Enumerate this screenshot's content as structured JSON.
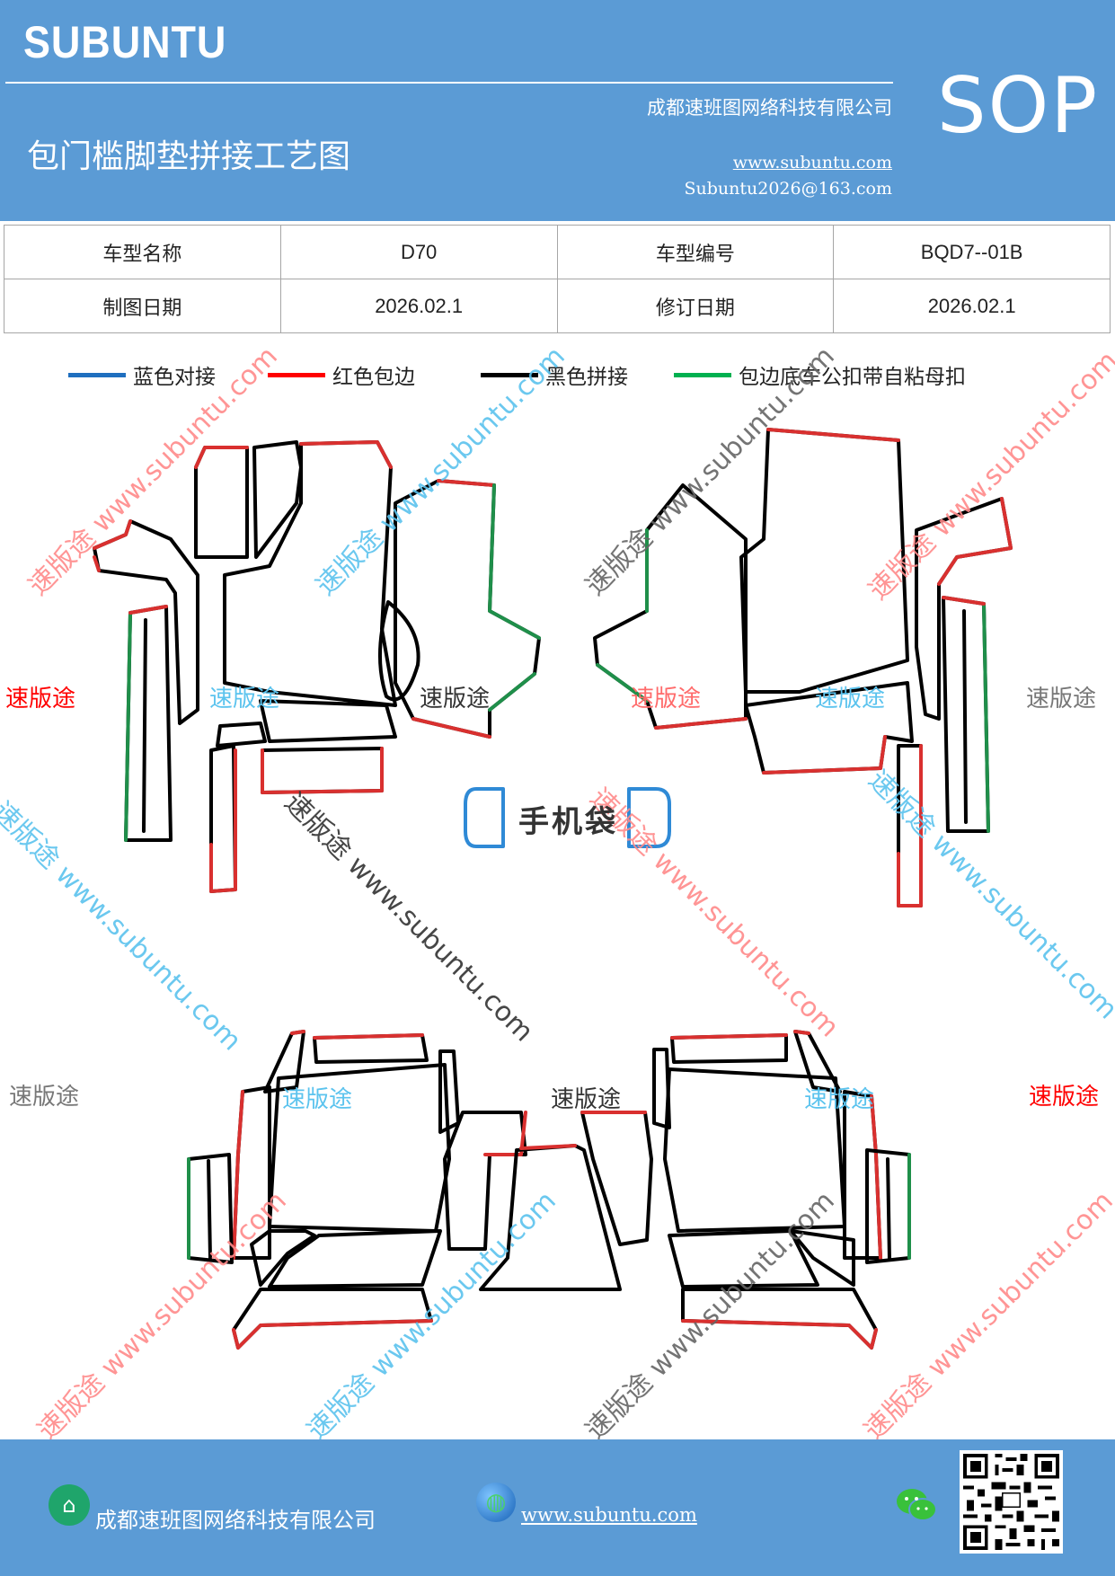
{
  "header": {
    "brand": "SUBUNTU",
    "doc_title": "包门槛脚垫拼接工艺图",
    "company": "成都速班图网络科技有限公司",
    "website": "www.subuntu.com",
    "email": "Subuntu2026@163.com",
    "sop": "SOP"
  },
  "info_table": {
    "rows": [
      {
        "label1": "车型名称",
        "value1": "D70",
        "label2": "车型编号",
        "value2": "BQD7--01B"
      },
      {
        "label1": "制图日期",
        "value1": "2026.02.1",
        "label2": "修订日期",
        "value2": "2026.02.1"
      }
    ]
  },
  "legend": [
    {
      "label": "蓝色对接",
      "color": "#1f6fbf"
    },
    {
      "label": "红色包边",
      "color": "#ff0000"
    },
    {
      "label": "黑色拼接",
      "color": "#000000"
    },
    {
      "label": "包边底车公扣带自粘母扣",
      "color": "#00b050"
    }
  ],
  "colors": {
    "header_bg": "#5b9bd5",
    "red_edge": "#d9302f",
    "green_edge": "#1f8f4a",
    "blue_edge": "#2f8ad6"
  },
  "diagram": {
    "phone_pocket_label": "手机袋",
    "watermark_short": "速版途",
    "watermark_long": "速版途 www.subuntu.com"
  },
  "footer": {
    "company": "成都速班图网络科技有限公司",
    "website": "www.subuntu.com",
    "icons": [
      "home-icon",
      "globe-icon",
      "wechat-icon",
      "qr-code"
    ]
  }
}
